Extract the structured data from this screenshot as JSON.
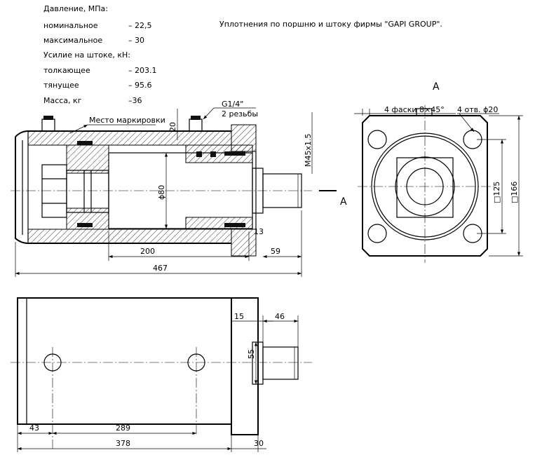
{
  "specs": {
    "pressure_title": "Давление, МПа:",
    "nominal_label": "номинальное",
    "nominal_value": "– 22,5",
    "max_label": "максимальное",
    "max_value": "– 30",
    "force_title": "Усилие на штоке, кН:",
    "push_label": "толкающее",
    "push_value": "– 203.1",
    "pull_label": "тянущее",
    "pull_value": "– 95.6",
    "mass_label": "Масса, кг",
    "mass_value": "–36"
  },
  "note": "Уплотнения по поршню и штоку фирмы \"GAPI GROUP\".",
  "front_view": {
    "marking_label": "Место маркировки",
    "port_thread": "G1/4\"",
    "port_count": "2 резьбы",
    "dim_port_height": "20",
    "rod_thread": "M45x1.5",
    "bore": "ϕ80",
    "dim_stroke": "200",
    "dim_total": "467",
    "dim_rod": "59",
    "dim_13": "13",
    "section_marker": "A"
  },
  "side_view": {
    "title": "A",
    "chamfers": "4 фаски 8×45°",
    "holes": "4 отв. ϕ20",
    "dim_125": "□125",
    "dim_166": "□166"
  },
  "bottom_view": {
    "dim_15": "15",
    "dim_46": "46",
    "dim_55": "55",
    "dim_43": "43",
    "dim_289": "289",
    "dim_378": "378",
    "dim_30": "30"
  }
}
